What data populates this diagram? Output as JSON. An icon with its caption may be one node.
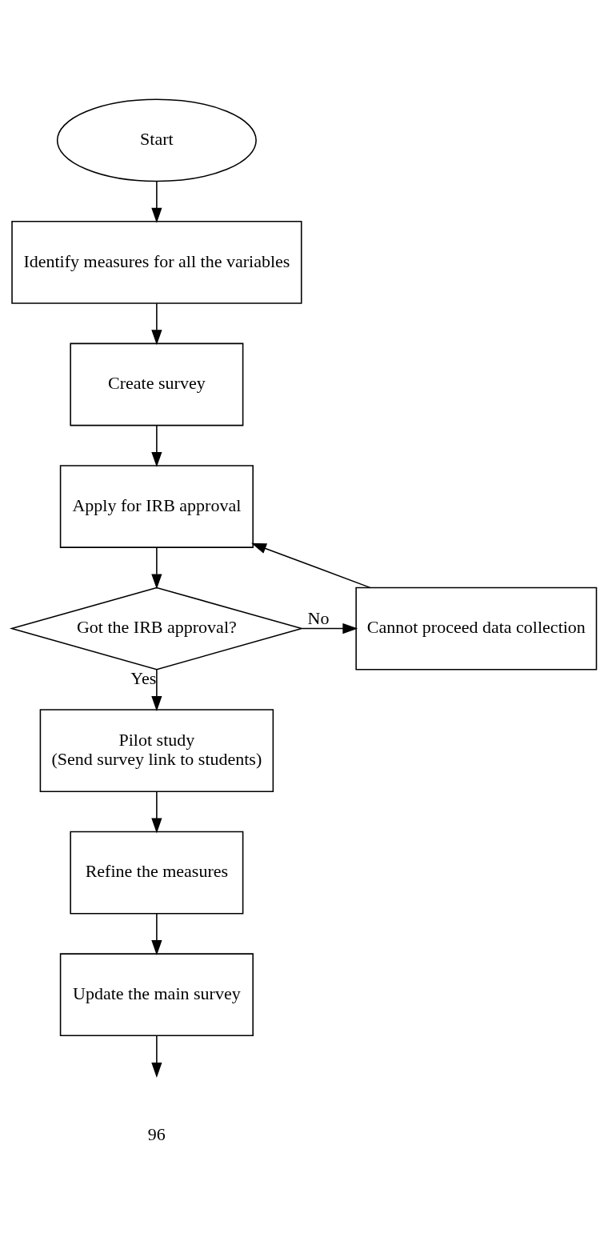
{
  "diagram": {
    "nodes": [
      {
        "text": [
          "Start"
        ]
      },
      {
        "text": [
          "Identify measures for all the variables"
        ]
      },
      {
        "text": [
          "Create survey"
        ]
      },
      {
        "text": [
          "Apply for IRB approval"
        ]
      },
      {
        "text": [
          "Got the IRB approval?"
        ]
      },
      {
        "text": [
          "Cannot proceed data collection"
        ]
      },
      {
        "text": [
          "Pilot study",
          "(Send survey link to students)"
        ]
      },
      {
        "text": [
          "Refine the measures"
        ]
      },
      {
        "text": [
          "Update the main survey"
        ]
      }
    ],
    "edges": [
      {
        "from": 0,
        "to": 1,
        "arrow": "to"
      },
      {
        "from": 1,
        "to": 2,
        "arrow": "to"
      },
      {
        "from": 2,
        "to": 3,
        "arrow": "to"
      },
      {
        "from": 3,
        "to": 4,
        "arrow": "to"
      },
      {
        "from": 4,
        "to": 5,
        "arrow": "to",
        "label": "No"
      },
      {
        "from": 5,
        "to": 3,
        "arrow": "to"
      },
      {
        "from": 4,
        "to": 6,
        "arrow": "to",
        "label": "Yes"
      },
      {
        "from": 6,
        "to": 7,
        "arrow": "to"
      },
      {
        "from": 7,
        "to": 8,
        "arrow": "to"
      },
      {
        "from": 8,
        "to": null,
        "arrow": "to"
      }
    ],
    "labels": [
      "96"
    ]
  }
}
